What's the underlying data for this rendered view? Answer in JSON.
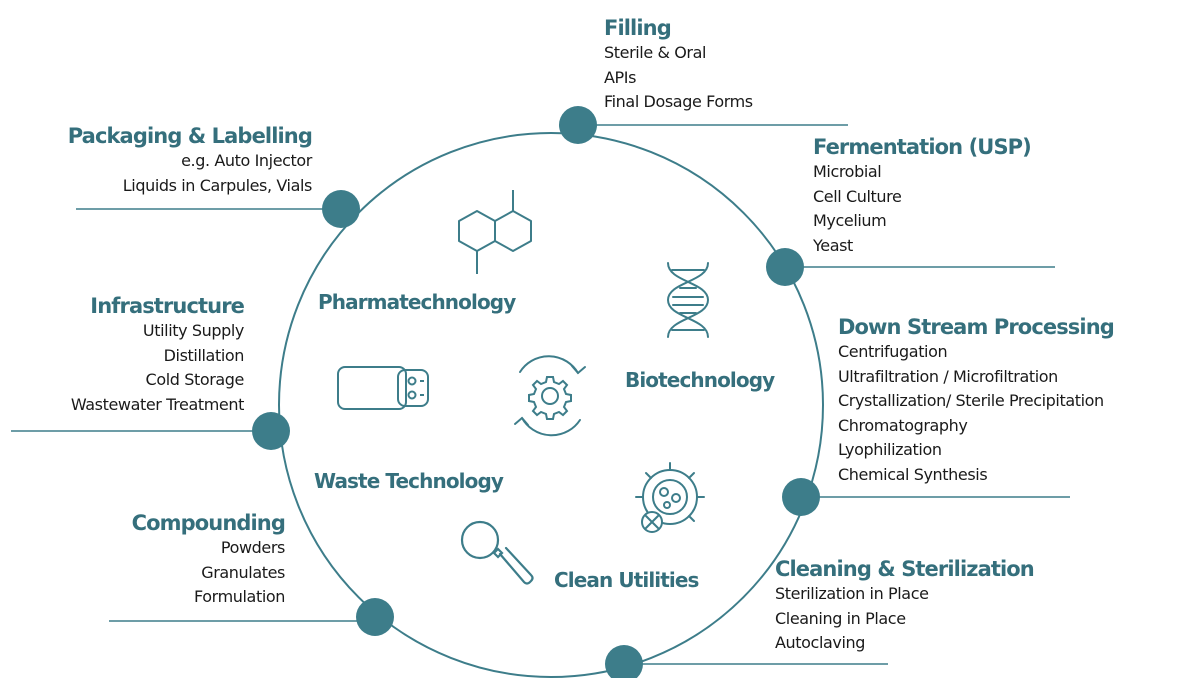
{
  "colors": {
    "accent": "#3d7d8a",
    "title": "#356f7c",
    "icon": "#3d7d8a",
    "text": "#1a1a1a"
  },
  "sections": {
    "filling": {
      "title": "Filling",
      "items": [
        "Sterile & Oral",
        "APIs",
        "Final Dosage Forms"
      ]
    },
    "fermentation": {
      "title": "Fermentation (USP)",
      "items": [
        "Microbial",
        "Cell Culture",
        "Mycelium",
        "Yeast"
      ]
    },
    "downstream": {
      "title": "Down Stream Processing",
      "items": [
        "Centrifugation",
        "Ultrafiltration / Microfiltration",
        "Crystallization/ Sterile Precipitation",
        "Chromatography",
        "Lyophilization",
        "Chemical Synthesis"
      ]
    },
    "cleaning": {
      "title": "Cleaning & Sterilization",
      "items": [
        "Sterilization in Place",
        "Cleaning in Place",
        "Autoclaving"
      ]
    },
    "packaging": {
      "title": "Packaging & Labelling",
      "items": [
        "e.g. Auto Injector",
        "Liquids in Carpules, Vials"
      ]
    },
    "infrastructure": {
      "title": "Infrastructure",
      "items": [
        "Utility Supply",
        "Distillation",
        "Cold Storage",
        "Wastewater Treatment"
      ]
    },
    "compounding": {
      "title": "Compounding",
      "items": [
        "Powders",
        "Granulates",
        "Formulation"
      ]
    }
  },
  "center": {
    "pharmatechnology": "Pharmatechnology",
    "biotechnology": "Biotechnology",
    "waste": "Waste Technology",
    "clean": "Clean Utilities"
  },
  "icons": [
    "molecule-icon",
    "dna-icon",
    "battery-icon",
    "gear-cycle-icon",
    "cell-virus-icon",
    "magnifier-icon"
  ]
}
